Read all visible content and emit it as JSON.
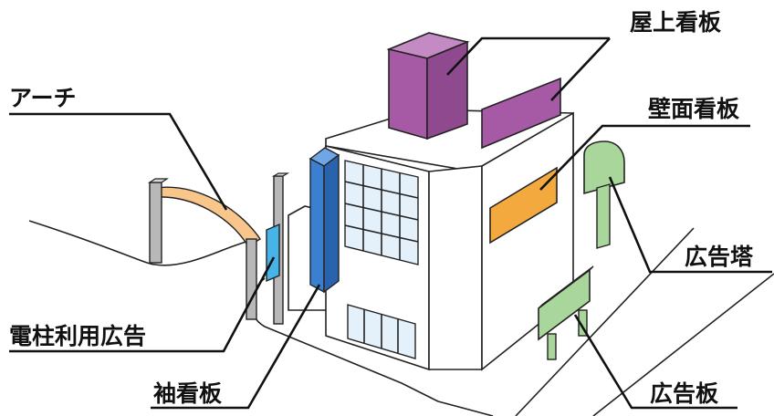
{
  "labels": {
    "rooftop": "屋上看板",
    "arch": "アーチ",
    "wall": "壁面看板",
    "tower": "広告塔",
    "pole": "電柱利用広告",
    "projecting": "袖看板",
    "billboard": "広告板"
  },
  "colors": {
    "rooftop": "#a65aa5",
    "arch": "#f8c58a",
    "wall": "#f3a93e",
    "tower": "#a9d69b",
    "pole_sign": "#46b4e8",
    "projecting": "#3a7fd0",
    "billboard": "#a9d69b",
    "window": "#e4f1fb",
    "building": "#ffffff",
    "post": "#b8b8b8"
  }
}
